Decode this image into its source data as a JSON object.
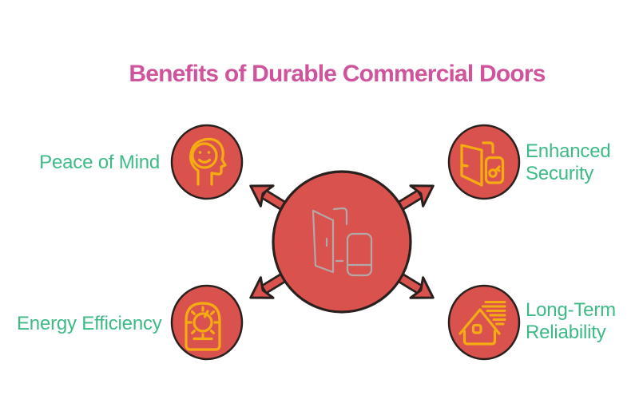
{
  "title": {
    "text": "Benefits of Durable Commercial Doors"
  },
  "center": {
    "subject": "durable commercial door",
    "icon": "open-door-and-panel-icon"
  },
  "benefits": [
    {
      "label": "Peace of Mind",
      "icon": "head-with-smile-icon",
      "position": "top-left"
    },
    {
      "label": "Enhanced Security",
      "icon": "door-with-key-lock-icon",
      "position": "top-right"
    },
    {
      "label": "Energy Efficiency",
      "icon": "lightbulb-dial-icon",
      "position": "bottom-left"
    },
    {
      "label": "Long-Term Reliability",
      "icon": "house-with-motion-lines-icon",
      "position": "bottom-right"
    }
  ],
  "colors": {
    "background": "#ffffff",
    "title_pink": "#d0549c",
    "label_green": "#3cbb85",
    "shape_red": "#da524d",
    "outline_dark": "#2a211f",
    "icon_yellow": "#f4ac12",
    "center_icon_gray": "#b2a8a8"
  }
}
